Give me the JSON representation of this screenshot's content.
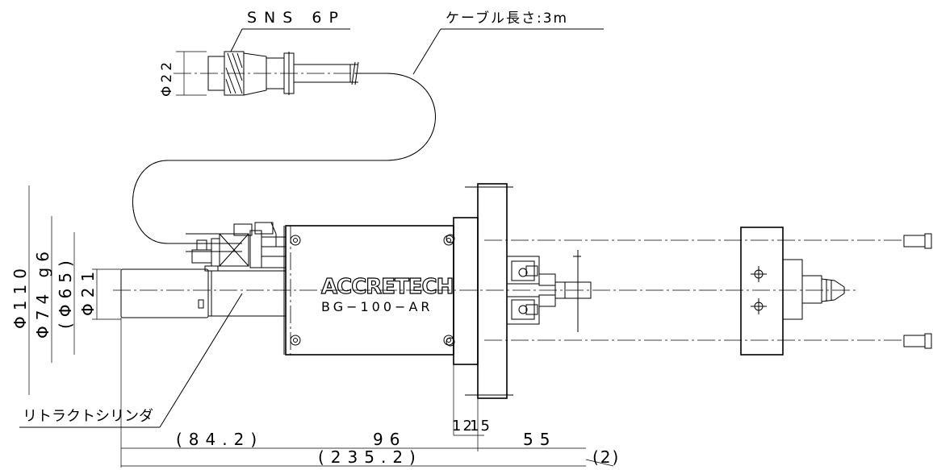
{
  "labels": {
    "connector": "SNS 6P",
    "cable_length": "ケーブル長さ:3m",
    "retract_cylinder": "リトラクトシリンダ",
    "brand": "ACCRETECH",
    "model": "BG−100−AR"
  },
  "dimensions": {
    "connector_dia": "Φ22",
    "dia_110": "Φ110",
    "dia_74_g6": "Φ74 g6",
    "dia_65": "(Φ65)",
    "dia_21": "Φ21",
    "len_84_2": "(84.2)",
    "len_96": "96",
    "len_12": "12",
    "len_15": "15",
    "len_55": "55",
    "len_235_2": "(235.2)",
    "len_2": "(2)"
  }
}
